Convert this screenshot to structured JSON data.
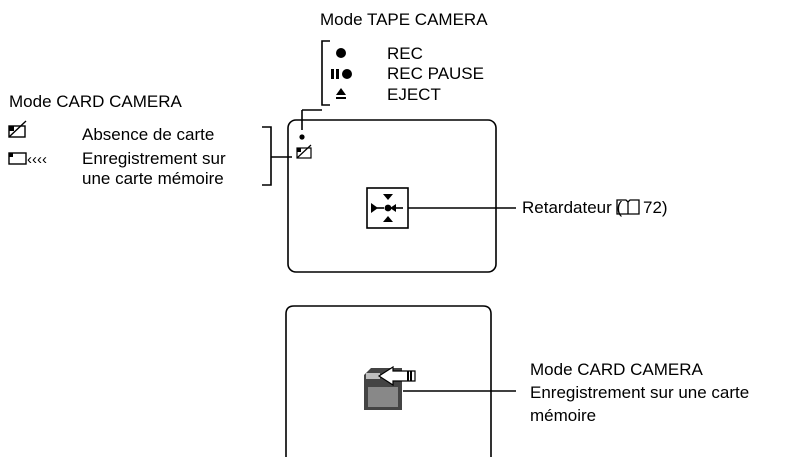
{
  "tape_camera": {
    "title": "Mode TAPE CAMERA",
    "items": [
      {
        "symbol": "rec-dot-icon",
        "label": "REC"
      },
      {
        "symbol": "rec-pause-icon",
        "label": "REC PAUSE"
      },
      {
        "symbol": "eject-icon",
        "label": "EJECT"
      }
    ]
  },
  "card_camera": {
    "title": "Mode CARD CAMERA",
    "no_card": "Absence de carte",
    "recording_line1": "Enregistrement sur",
    "recording_line2": "une carte mémoire"
  },
  "self_timer": {
    "label": "Retardateur (",
    "page_ref": "72)"
  },
  "card_screen": {
    "title": "Mode CARD CAMERA",
    "line1": "Enregistrement sur une carte",
    "line2": "mémoire"
  }
}
